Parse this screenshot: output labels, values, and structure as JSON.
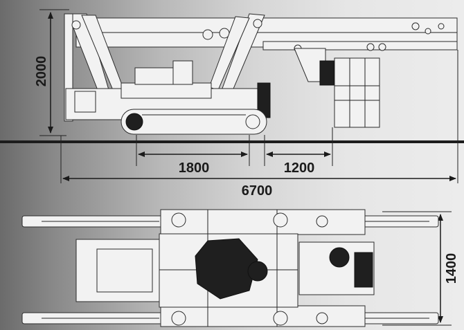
{
  "dimensions": {
    "height": "2000",
    "track_length": "1800",
    "rear_overhang": "1200",
    "overall_length": "6700",
    "track_width": "1400"
  },
  "colors": {
    "drawing_lines": "#f4f4f4",
    "dimension_lines": "#1a1a1a",
    "ground_line": "#1c1c1c"
  }
}
